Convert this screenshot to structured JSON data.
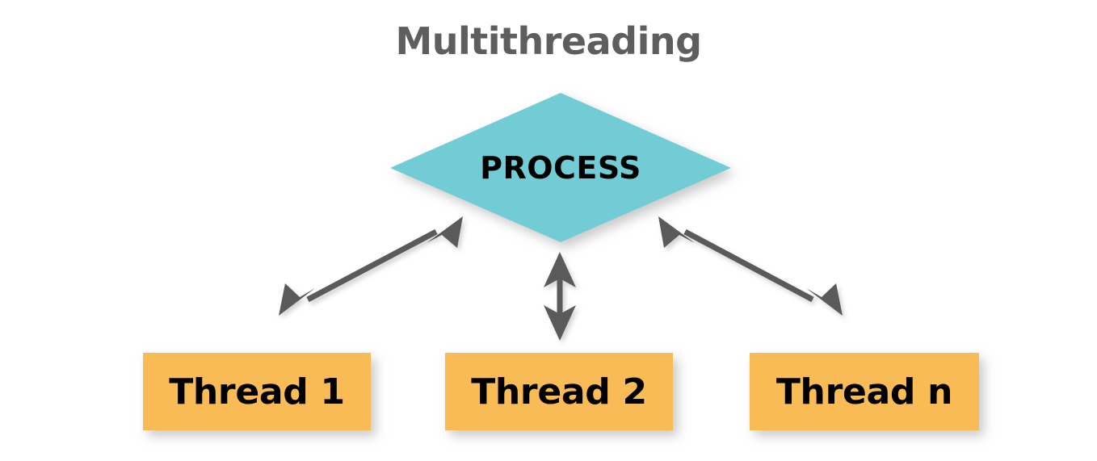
{
  "title": "Multithreading",
  "colors": {
    "background": "#ffffff",
    "title_text": "#5e5e5e",
    "process_fill": "#72ccd6",
    "process_text": "#000000",
    "thread_fill": "#f9bb54",
    "thread_text": "#000000",
    "arrow": "#5a5a5a",
    "shadow": "#cfcfcf"
  },
  "process": {
    "label": "PROCESS",
    "shape": "diamond"
  },
  "threads": [
    {
      "label": "Thread 1",
      "shape": "rectangle"
    },
    {
      "label": "Thread 2",
      "shape": "rectangle"
    },
    {
      "label": "Thread n",
      "shape": "rectangle"
    }
  ],
  "connectors": [
    {
      "name": "process-to-thread-1",
      "type": "double-headed-arrow",
      "from": "PROCESS",
      "to": "Thread 1"
    },
    {
      "name": "process-to-thread-2",
      "type": "double-headed-arrow",
      "from": "PROCESS",
      "to": "Thread 2"
    },
    {
      "name": "process-to-thread-n",
      "type": "double-headed-arrow",
      "from": "PROCESS",
      "to": "Thread n"
    }
  ]
}
